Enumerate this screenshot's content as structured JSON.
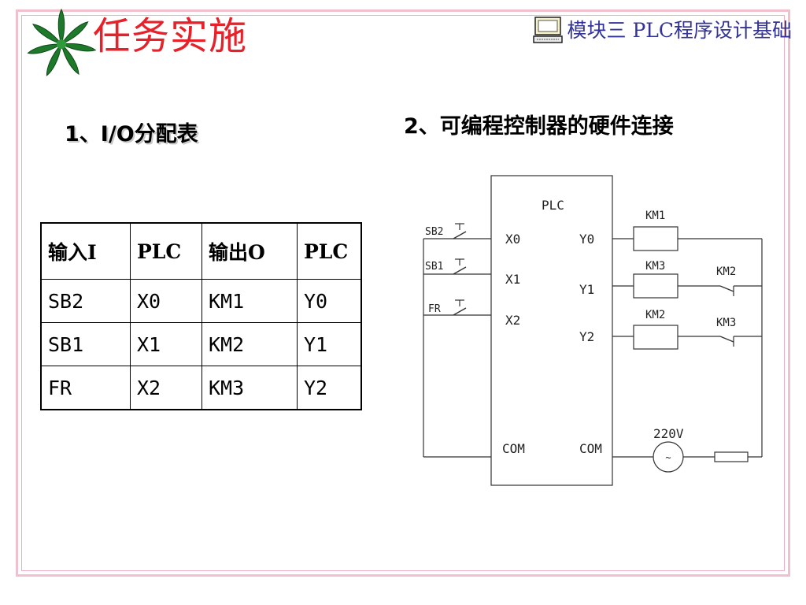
{
  "header": {
    "title": "任务实施",
    "module": "模块三 PLC程序设计基础"
  },
  "section1": {
    "heading": "1、I/O分配表",
    "table": {
      "columns": [
        "输入I",
        "PLC",
        "输出O",
        "PLC"
      ],
      "rows": [
        [
          "SB2",
          "X0",
          "KM1",
          "Y0"
        ],
        [
          "SB1",
          "X1",
          "KM2",
          "Y1"
        ],
        [
          "FR",
          "X2",
          "KM3",
          "Y2"
        ]
      ]
    }
  },
  "section2": {
    "heading": "2、可编程控制器的硬件连接",
    "diagram": {
      "plc_label": "PLC",
      "inputs": [
        "SB2",
        "SB1",
        "FR"
      ],
      "input_terminals": [
        "X0",
        "X1",
        "X2"
      ],
      "output_terminals": [
        "Y0",
        "Y1",
        "Y2"
      ],
      "coils": [
        "KM1",
        "KM3",
        "KM2"
      ],
      "interlocks": [
        "KM2",
        "KM3"
      ],
      "com_left": "COM",
      "com_right": "COM",
      "supply": "220V"
    }
  },
  "colors": {
    "title": "#e6212a",
    "module": "#333399",
    "frame": "#f0c0cc"
  }
}
